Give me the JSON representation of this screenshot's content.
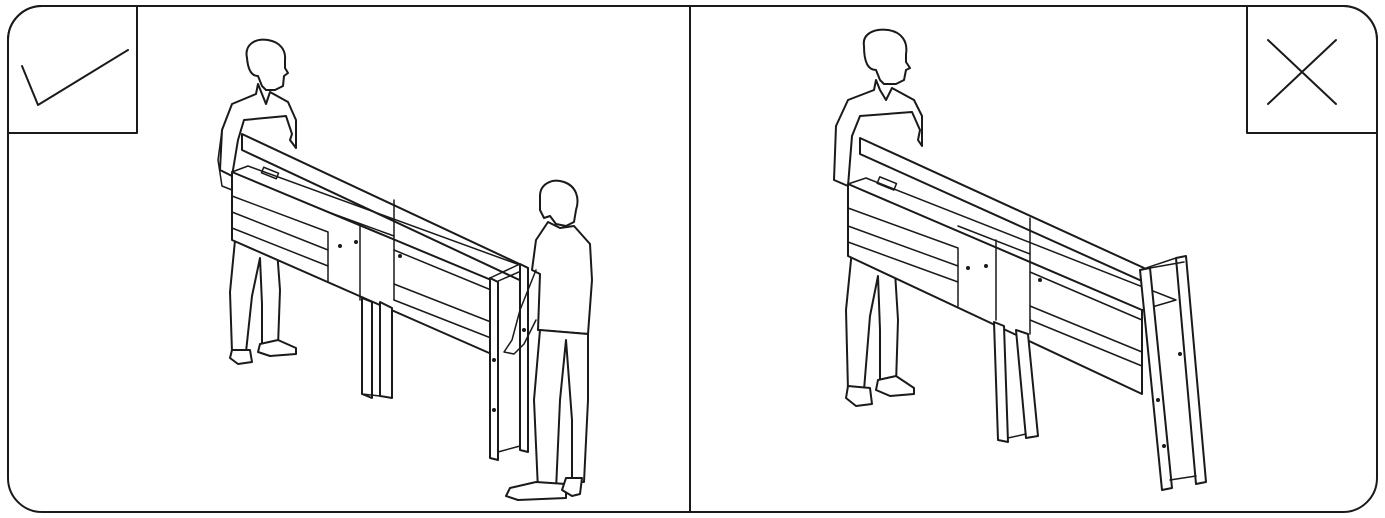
{
  "panels": [
    {
      "id": "correct",
      "indicator": "check-mark",
      "depiction": "two-people-carry-shelf-level"
    },
    {
      "id": "incorrect",
      "indicator": "x-mark",
      "depiction": "one-person-shelf-tilted"
    }
  ],
  "colors": {
    "line": "#1a1a1a",
    "background": "#ffffff"
  }
}
